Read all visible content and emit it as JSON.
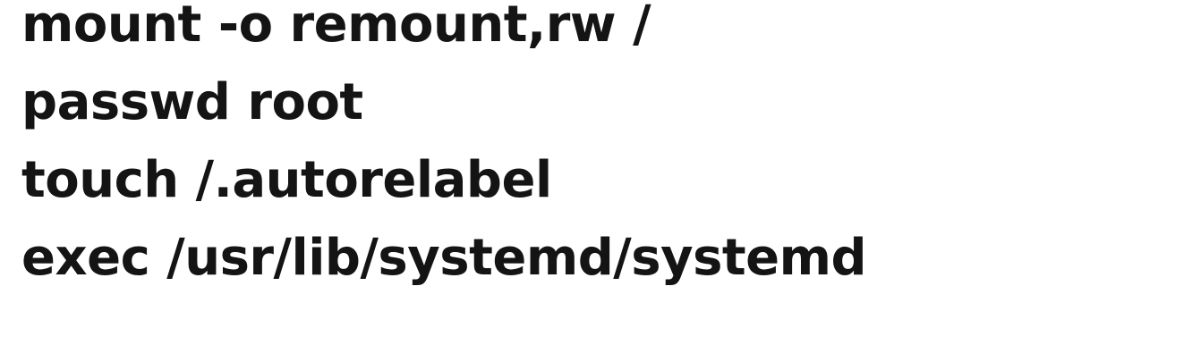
{
  "document": {
    "lines": [
      "mount -o remount,rw /",
      "passwd root",
      "touch /.autorelabel",
      "exec /usr/lib/systemd/systemd"
    ]
  },
  "colors": {
    "text": "#141414",
    "background": "#ffffff"
  }
}
